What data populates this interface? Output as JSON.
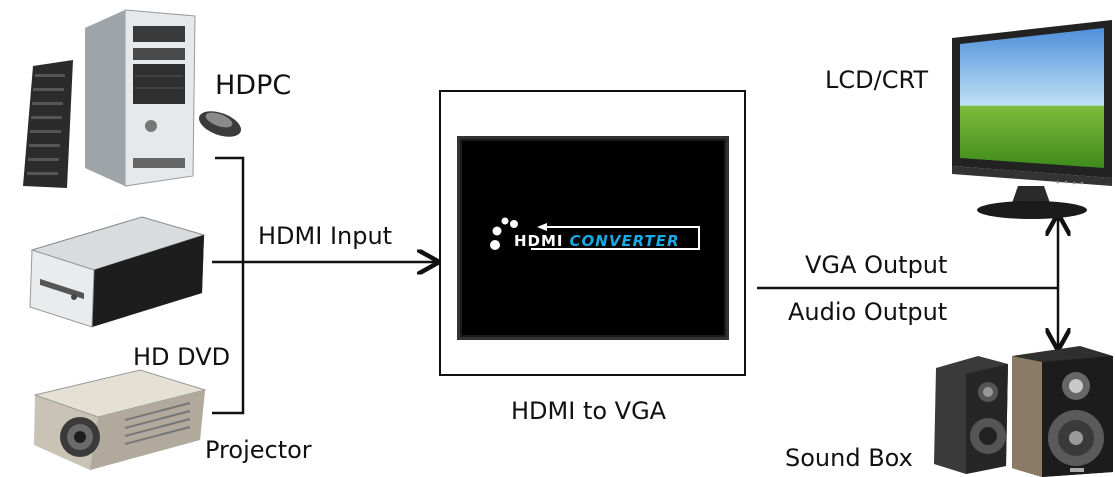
{
  "sources": {
    "hdpc": "HDPC",
    "hd_dvd": "HD DVD",
    "projector": "Projector"
  },
  "input_label": "HDMI Input",
  "converter": {
    "caption": "HDMI to VGA",
    "logo_word_1": "HDMI",
    "logo_word_2": "CONVERTER"
  },
  "outputs": {
    "vga": "VGA Output",
    "audio": "Audio Output"
  },
  "destinations": {
    "display": "LCD/CRT",
    "speakers": "Sound Box"
  },
  "colors": {
    "line": "#111111",
    "logo_accent": "#19a9e6",
    "screen": "#000000"
  }
}
